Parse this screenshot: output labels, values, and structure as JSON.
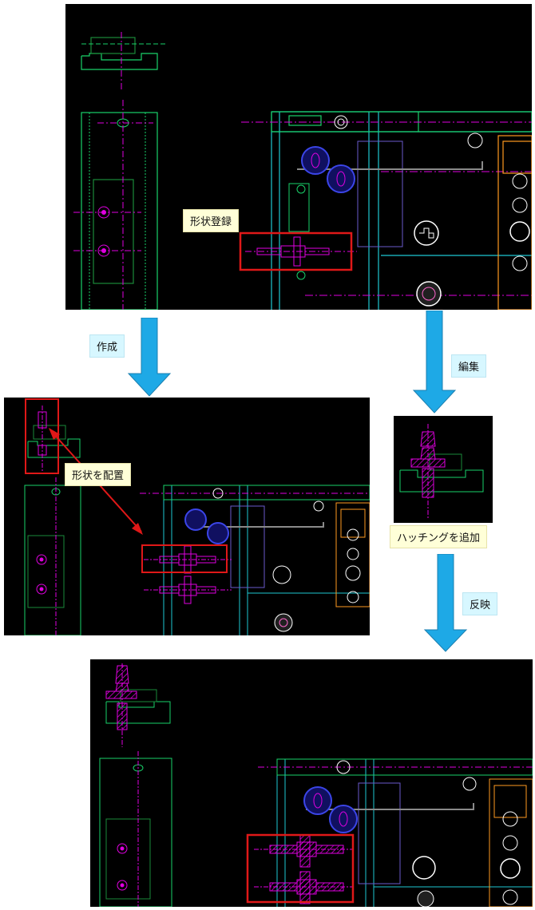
{
  "labels": {
    "register": "形状登録",
    "create": "作成",
    "edit": "編集",
    "place": "形状を配置",
    "hatch": "ハッチングを追加",
    "reflect": "反映"
  },
  "colors": {
    "background": "#000000",
    "green": "#19d26a",
    "cyan": "#1ec8d2",
    "magenta": "#e000e0",
    "orange": "#ff9a1f",
    "blue": "#3b45e8",
    "highlight": "#e01818",
    "arrow": "#1ea9e6"
  }
}
